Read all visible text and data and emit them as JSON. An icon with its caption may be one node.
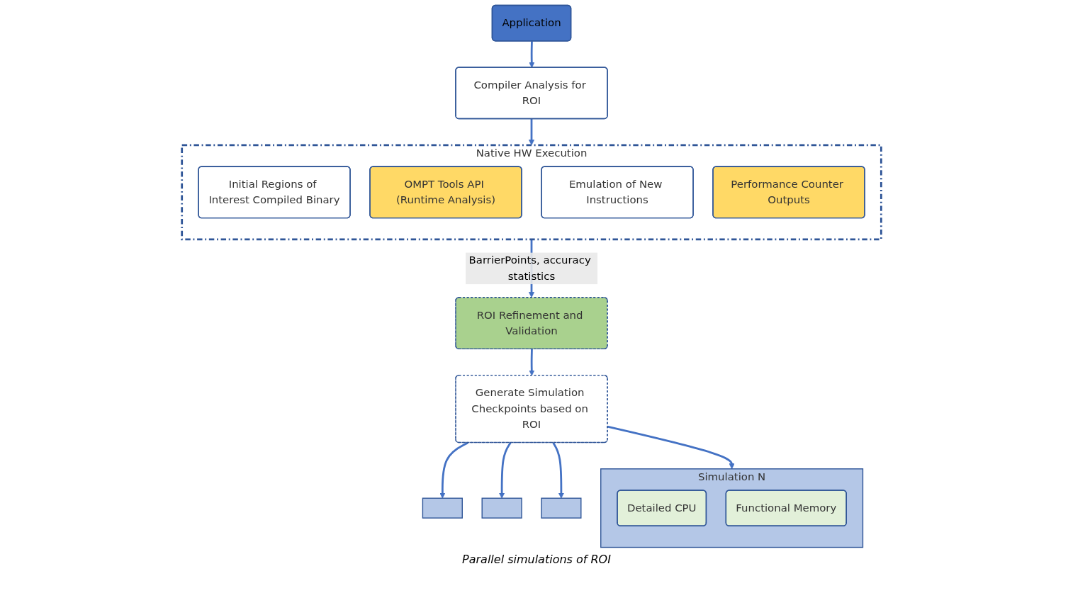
{
  "diagram": {
    "nodes": [
      {
        "text": [
          "Application"
        ]
      },
      {
        "text": [
          "Compiler Analysis for ROI"
        ]
      },
      {
        "text": [
          "Native HW Execution"
        ]
      },
      {
        "text": [
          "Initial Regions of Interest Compiled Binary"
        ],
        "in": 2
      },
      {
        "text": [
          "OMPT Tools API (Runtime Analysis)"
        ],
        "in": 2
      },
      {
        "text": [
          "Emulation of New Instructions"
        ],
        "in": 2
      },
      {
        "text": [
          "Performance Counter Outputs"
        ],
        "in": 2
      },
      {
        "text": [
          "ROI Refinement and Validation"
        ]
      },
      {
        "text": [
          "Generate Simulation Checkpoints based on ROI"
        ]
      },
      {
        "text": [],
        "shape": "box"
      },
      {
        "text": [],
        "shape": "box"
      },
      {
        "text": [],
        "shape": "box"
      },
      {
        "text": [
          "Simulation N"
        ]
      },
      {
        "text": [
          "Detailed CPU"
        ],
        "in": 12
      },
      {
        "text": [
          "Functional Memory"
        ],
        "in": 12
      }
    ],
    "edges": [
      {
        "from": 0,
        "to": 1,
        "arrow": "to"
      },
      {
        "from": 1,
        "to": 2,
        "arrow": "to"
      },
      {
        "from": 2,
        "to": 7,
        "arrow": "to",
        "label": "BarrierPoints, accuracy statistics"
      },
      {
        "from": 7,
        "to": 8,
        "arrow": "to"
      },
      {
        "from": 8,
        "to": 9,
        "arrow": "to"
      },
      {
        "from": 8,
        "to": 10,
        "arrow": "to"
      },
      {
        "from": 8,
        "to": 11,
        "arrow": "to"
      },
      {
        "from": 8,
        "to": 12,
        "arrow": "to"
      }
    ],
    "labels": [
      "Parallel simulations of ROI"
    ]
  }
}
